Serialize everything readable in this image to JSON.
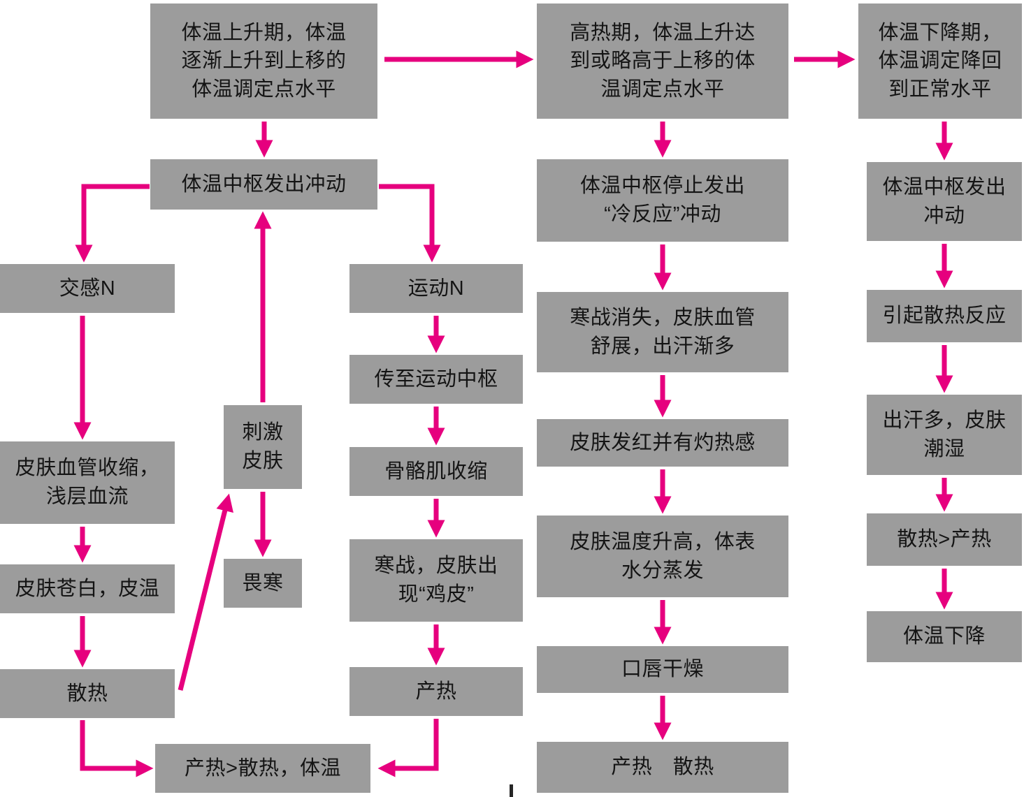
{
  "colors": {
    "box_background": "#9c9c9c",
    "arrow": "#e6007e",
    "text": "#141414",
    "page_background": "#ffffff"
  },
  "nodes": {
    "rise_phase": {
      "text": "体温上升期，体温\n逐渐上升到上移的\n体温调定点水平"
    },
    "center_impulse": {
      "text": "体温中枢发出冲动"
    },
    "sympathetic_n": {
      "text": "交感N"
    },
    "motor_n": {
      "text": "运动N"
    },
    "vasoconstriction": {
      "text": "皮肤血管收缩，\n浅层血流"
    },
    "skin_pale": {
      "text": "皮肤苍白，皮温"
    },
    "heat_dissipation": {
      "text": "散热"
    },
    "stimulate_skin": {
      "text": "刺激\n皮肤"
    },
    "cold_aversion": {
      "text": "畏寒"
    },
    "to_motor_center": {
      "text": "传至运动中枢"
    },
    "skeletal_muscle": {
      "text": "骨骼肌收缩"
    },
    "shivering": {
      "text": "寒战，皮肤出\n现“鸡皮”"
    },
    "heat_production": {
      "text": "产热"
    },
    "heat_gt_loss": {
      "text": "产热>散热，体温"
    },
    "fever_phase": {
      "text": "高热期，体温上升达\n到或略高于上移的体\n温调定点水平"
    },
    "stop_cold_impulse": {
      "text": "体温中枢停止发出\n“冷反应”冲动"
    },
    "shiver_stop": {
      "text": "寒战消失，皮肤血管\n舒展，出汗渐多"
    },
    "skin_red": {
      "text": "皮肤发红并有灼热感"
    },
    "skin_temp_up": {
      "text": "皮肤温度升高，体表\n水分蒸发"
    },
    "dry_lips": {
      "text": "口唇干燥"
    },
    "heat_equal_loss": {
      "text": "产热　散热"
    },
    "decline_phase": {
      "text": "体温下降期，\n体温调定降回\n到正常水平"
    },
    "center_impulse_2": {
      "text": "体温中枢发出\n冲动"
    },
    "heat_loss_response": {
      "text": "引起散热反应"
    },
    "sweat_wet_skin": {
      "text": "出汗多，皮肤\n潮湿"
    },
    "loss_gt_production": {
      "text": "散热>产热"
    },
    "temp_drop": {
      "text": "体温下降"
    }
  }
}
